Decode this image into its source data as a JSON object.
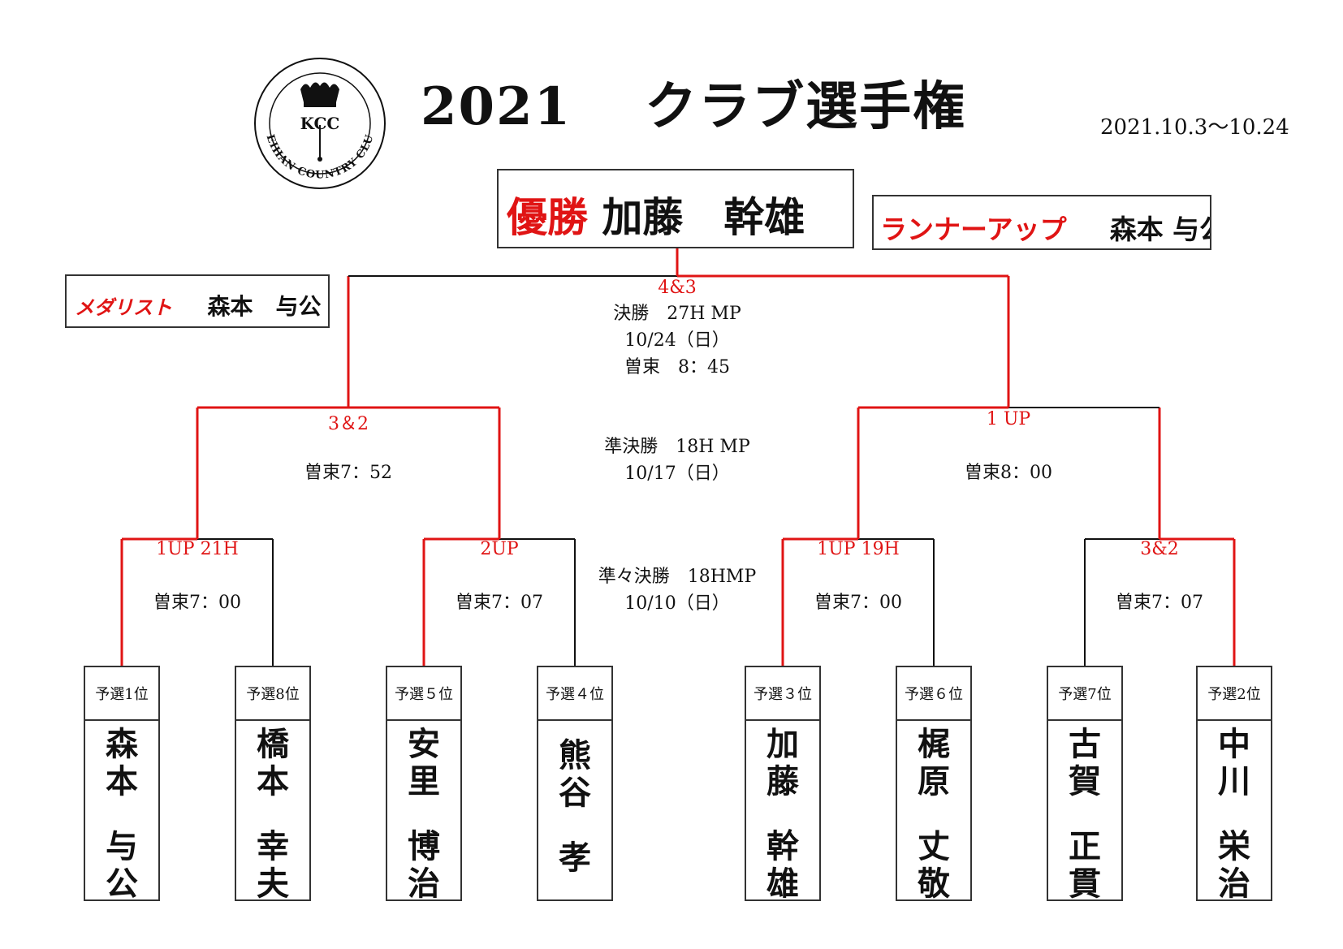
{
  "header": {
    "year": "2021",
    "title": "クラブ選手権",
    "dates": "2021.10.3～10.24",
    "logo_text": "KCC",
    "logo_ring": "KEIHAN COUNTRY CLUB"
  },
  "champion": {
    "label": "優勝",
    "name": "加藤　幹雄"
  },
  "runner_up": {
    "label": "ランナーアップ",
    "name": "森本 与公"
  },
  "medalist": {
    "label": "メダリスト",
    "name": "森本　与公"
  },
  "final": {
    "result": "4&3",
    "round": "決勝　27H MP",
    "date": "10/24（日）",
    "tee": "曽束　8：45"
  },
  "semifinal": {
    "round": "準決勝　18H MP",
    "date": "10/17（日）",
    "left_result": "3＆2",
    "left_tee": "曽束7：52",
    "right_result": "1 UP",
    "right_tee": "曽束8：00"
  },
  "quarterfinal": {
    "round": "準々決勝　18HMP",
    "date": "10/10（日）",
    "matches": [
      {
        "result": "1UP 21H",
        "tee": "曽束7：00"
      },
      {
        "result": "2UP",
        "tee": "曽束7：07"
      },
      {
        "result": "1UP 19H",
        "tee": "曽束7：00"
      },
      {
        "result": "3&2",
        "tee": "曽束7：07"
      }
    ]
  },
  "players": [
    {
      "rank": "予選1位",
      "surname": "森本",
      "given": "与公"
    },
    {
      "rank": "予選8位",
      "surname": "橋本",
      "given": "幸夫"
    },
    {
      "rank": "予選５位",
      "surname": "安里",
      "given": "博治"
    },
    {
      "rank": "予選４位",
      "surname": "熊谷",
      "given": "孝"
    },
    {
      "rank": "予選３位",
      "surname": "加藤",
      "given": "幹雄"
    },
    {
      "rank": "予選６位",
      "surname": "梶原",
      "given": "丈敬"
    },
    {
      "rank": "予選7位",
      "surname": "古賀",
      "given": "正貫"
    },
    {
      "rank": "予選2位",
      "surname": "中川",
      "given": "栄治"
    }
  ],
  "colors": {
    "winner_line": "#e01414",
    "loser_line": "#111111",
    "accent_text": "#e01414"
  }
}
